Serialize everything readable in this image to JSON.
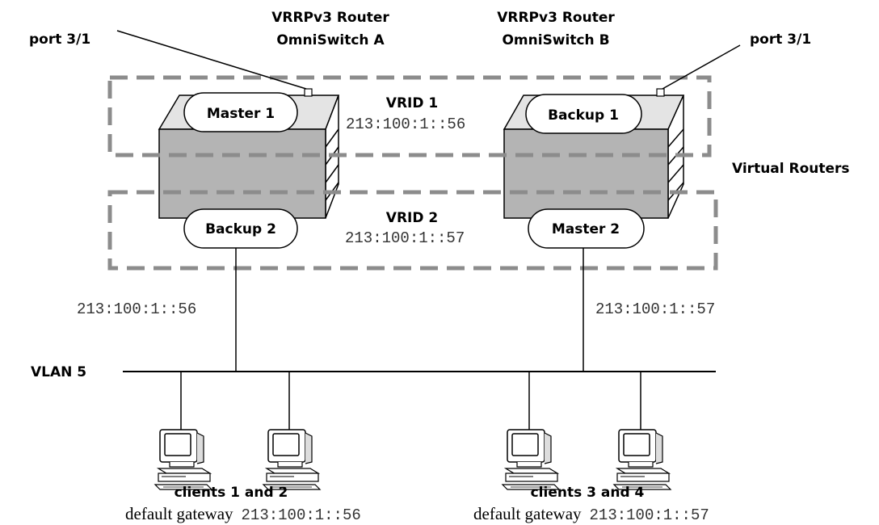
{
  "labels": {
    "router_a_line1": "VRRPv3 Router",
    "router_a_line2": "OmniSwitch A",
    "router_b_line1": "VRRPv3 Router",
    "router_b_line2": "OmniSwitch B",
    "port_left": "port 3/1",
    "port_right": "port 3/1",
    "vrid1": "VRID 1",
    "vrid2": "VRID 2",
    "vrid1_addr": "213:100:1::56",
    "vrid2_addr": "213:100:1::57",
    "virtual_routers": "Virtual Routers",
    "master1": "Master 1",
    "backup1": "Backup 1",
    "backup2": "Backup 2",
    "master2": "Master 2",
    "left_addr": "213:100:1::56",
    "right_addr": "213:100:1::57",
    "vlan": "VLAN 5",
    "clients_left": "clients 1 and 2",
    "clients_right": "clients 3 and 4",
    "gw_prefix": "default gateway",
    "gw_left_addr": "213:100:1::56",
    "gw_right_addr": "213:100:1::57"
  },
  "icons": [
    "router-switch-icon",
    "computer-icon"
  ],
  "colors": {
    "dash": "#8c8c8c",
    "switch_front": "#b4b4b4",
    "switch_top": "#e4e4e4"
  }
}
